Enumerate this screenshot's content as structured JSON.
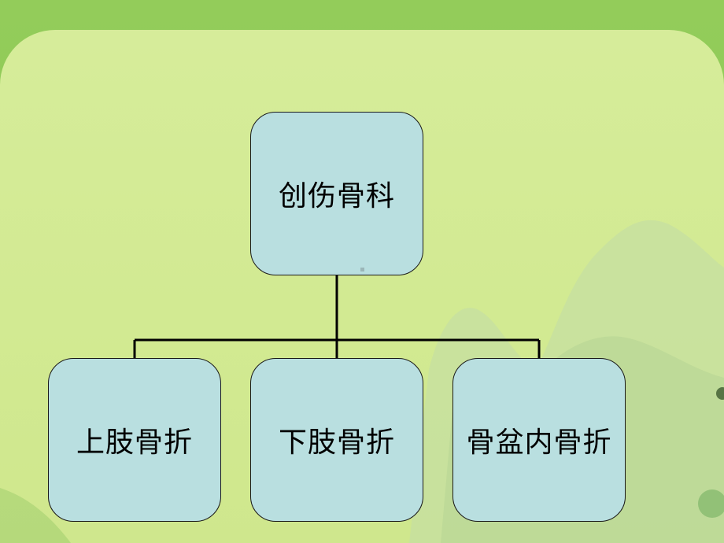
{
  "diagram": {
    "root": {
      "label": "创伤骨科"
    },
    "children": [
      {
        "label": "上肢骨折"
      },
      {
        "label": "下肢骨折"
      },
      {
        "label": "骨盆内骨折"
      }
    ]
  },
  "colors": {
    "frame_green": "#8cc850",
    "panel_light": "#d4eb96",
    "node_fill": "#b9dfe0",
    "node_border": "#1a1a1a",
    "hill": "#bcd89a"
  }
}
